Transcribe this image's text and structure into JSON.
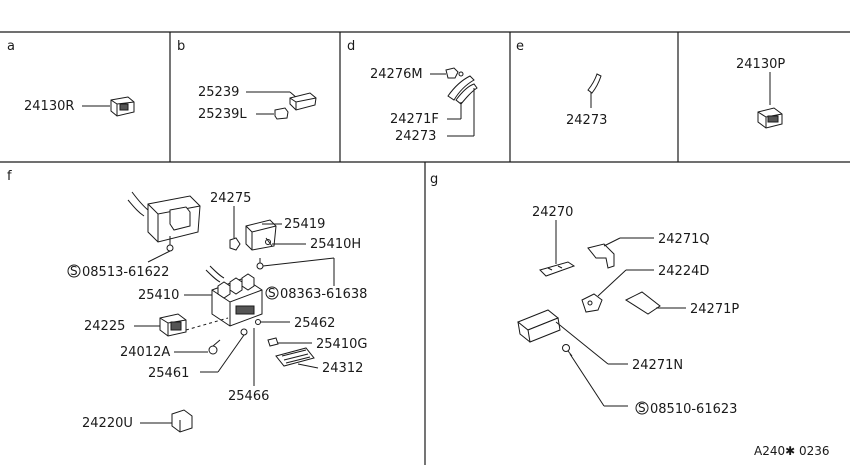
{
  "sections": {
    "a": {
      "letter": "a",
      "parts": [
        "24130R"
      ]
    },
    "b": {
      "letter": "b",
      "parts": [
        "25239",
        "25239L"
      ]
    },
    "d": {
      "letter": "d",
      "parts": [
        "24276M",
        "24271F",
        "24273"
      ]
    },
    "e": {
      "letter": "e",
      "parts": [
        "24273"
      ]
    },
    "p": {
      "parts": [
        "24130P"
      ]
    },
    "f": {
      "letter": "f",
      "parts": [
        "24275",
        "25419",
        "25410H",
        "08513-61622",
        "08363-61638",
        "25410",
        "24225",
        "25462",
        "25410G",
        "24012A",
        "24312",
        "25461",
        "25466",
        "24220U"
      ]
    },
    "g": {
      "letter": "g",
      "parts": [
        "24270",
        "24271Q",
        "24224D",
        "24271P",
        "24271N",
        "08510-61623"
      ]
    }
  },
  "screw_symbol": "S",
  "reference": "A240✱ 0236"
}
